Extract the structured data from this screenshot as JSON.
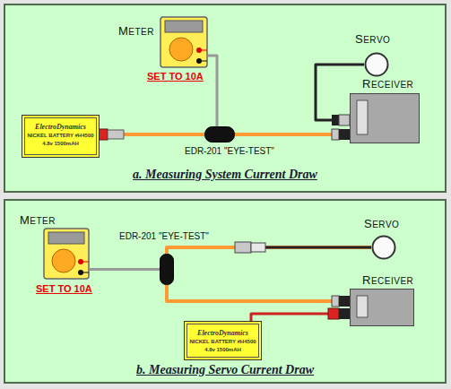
{
  "diagram": {
    "nodes": [
      {
        "text": [
          "a. Measuring System Current Draw"
        ]
      },
      {
        "text": [
          "METER"
        ],
        "in": 0
      },
      {
        "text": [
          "SERVO"
        ],
        "in": 0
      },
      {
        "text": [
          "RECEIVER"
        ],
        "in": 0
      },
      {
        "text": [
          "ElectroDynamics",
          "NICKEL BATTERY #H4500",
          "4.8v 1500mAH"
        ],
        "in": 0
      },
      {
        "text": [
          "EDR-201 \"EYE-TEST\""
        ],
        "in": 0
      },
      {
        "text": [
          "b. Measuring Servo Current Draw"
        ]
      },
      {
        "text": [
          "METER"
        ],
        "in": 6
      },
      {
        "text": [
          "EDR-201 \"EYE-TEST\""
        ],
        "in": 6
      },
      {
        "text": [
          "SERVO"
        ],
        "in": 6
      },
      {
        "text": [
          "RECEIVER"
        ],
        "in": 6
      },
      {
        "text": [
          "ElectroDynamics",
          "NICKEL BATTERY #H4500",
          "4.8v 1500mAH"
        ],
        "in": 6
      }
    ],
    "edges": [
      {
        "from": 4,
        "to": 5,
        "arrow": "none"
      },
      {
        "from": 5,
        "to": 3,
        "arrow": "none"
      },
      {
        "from": 1,
        "to": 5,
        "arrow": "none"
      },
      {
        "from": 2,
        "to": 3,
        "arrow": "none"
      },
      {
        "from": 7,
        "to": 8,
        "arrow": "none"
      },
      {
        "from": 8,
        "to": 9,
        "arrow": "none"
      },
      {
        "from": 8,
        "to": 10,
        "arrow": "none"
      },
      {
        "from": 11,
        "to": 10,
        "arrow": "none"
      }
    ],
    "labels": [
      "SET TO 10A",
      "SET TO 10A"
    ]
  }
}
